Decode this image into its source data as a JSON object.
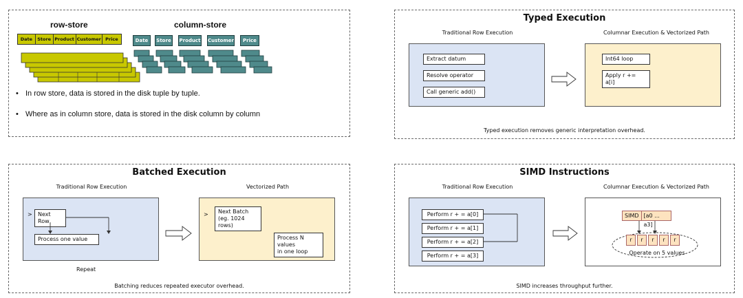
{
  "storage": {
    "row_store_title": "row-store",
    "column_store_title": "column-store",
    "row_headers": [
      "Date",
      "Store",
      "Product",
      "Customer",
      "Price"
    ],
    "column_headers": [
      "Date",
      "Store",
      "Product",
      "Customer",
      "Price"
    ],
    "bullets": [
      "In row store, data is stored in the disk tuple by tuple.",
      "Where as in column store, data is stored in the disk column by column"
    ],
    "colors": {
      "row": "#c8c800",
      "column": "#4f8a8b"
    }
  },
  "typed": {
    "title": "Typed Execution",
    "left_label": "Traditional Row Execution",
    "right_label": "Columnar Execution & Vectorized Path",
    "left_steps": [
      "Extract datum",
      "Resolve operator",
      "Call generic add()"
    ],
    "right_steps": [
      "Int64 loop",
      "Apply r += a[i]"
    ],
    "caption": "Typed execution removes generic interpretation overhead."
  },
  "batched": {
    "title": "Batched Execution",
    "left_label": "Traditional Row Execution",
    "right_label": "Vectorized Path",
    "left_marker": ">",
    "left_next": "Next Row",
    "left_process": "Process one value",
    "repeat": "Repeat",
    "right_marker": ">",
    "right_next_1": "Next Batch",
    "right_next_2": "(eg. 1024 rows)",
    "right_process_1": "Process N values",
    "right_process_2": "in one loop",
    "caption": "Batching reduces repeated executor overhead."
  },
  "simd": {
    "title": "SIMD Instructions",
    "left_label": "Traditional Row Execution",
    "right_label": "Columnar Execution & Vectorized Path",
    "left_steps": [
      "Perform r + = a[0]",
      "Perform r + = a[1]",
      "Perform r + = a[2]",
      "Perform r + = a[3]"
    ],
    "simd_label": "SIMD",
    "simd_range": "[a0 ... a3]",
    "register_cells": [
      "r",
      "r",
      "r",
      "r",
      "r"
    ],
    "operate": "Operate on 5 values",
    "caption": "SIMD increases throughput further."
  }
}
